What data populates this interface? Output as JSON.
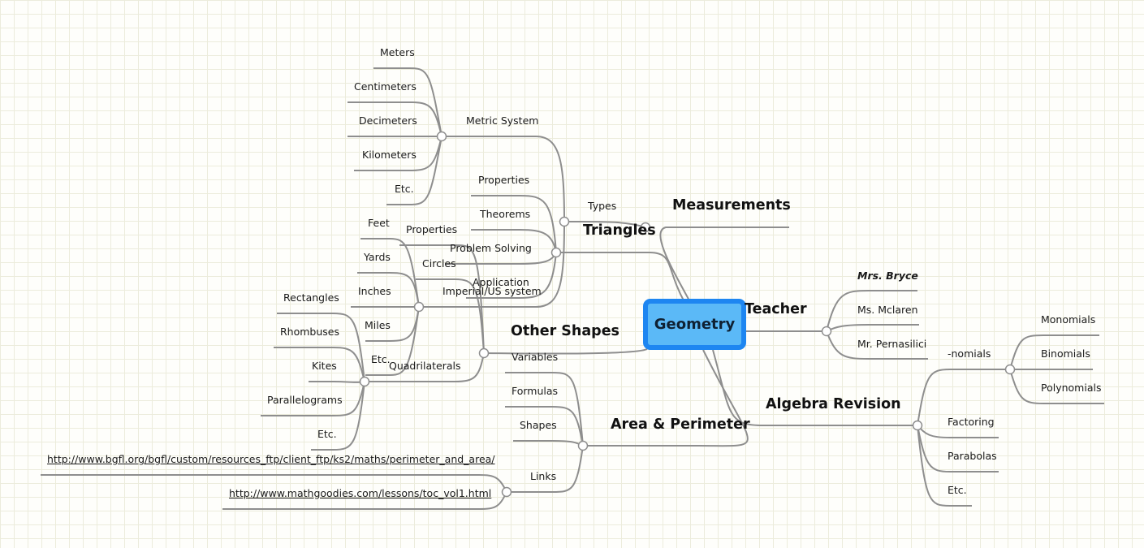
{
  "root": "Geometry",
  "branches": {
    "measurements": "Measurements",
    "triangles": "Triangles",
    "teacher": "Teacher",
    "other_shapes": "Other Shapes",
    "algebra": "Algebra Revision",
    "area": "Area & Perimeter"
  },
  "measurements": {
    "types": "Types",
    "metric": "Metric System",
    "metric_items": [
      "Meters",
      "Centimeters",
      "Decimeters",
      "Kilometers",
      "Etc."
    ],
    "imperial": "Imperial/US system",
    "imperial_items": [
      "Feet",
      "Yards",
      "Inches",
      "Miles",
      "Etc."
    ]
  },
  "triangles": [
    "Properties",
    "Theorems",
    "Problem Solving",
    "Application"
  ],
  "teacher": [
    "Mrs. Bryce",
    "Ms. Mclaren",
    "Mr. Pernasilici"
  ],
  "other_shapes": {
    "properties": "Properties",
    "circles": "Circles",
    "quadrilaterals": "Quadrilaterals",
    "quad_items": [
      "Rectangles",
      "Rhombuses",
      "Kites",
      "Parallelograms",
      "Etc."
    ]
  },
  "algebra": {
    "nomials": "-nomials",
    "nomial_items": [
      "Monomials",
      "Binomials",
      "Polynomials"
    ],
    "items": [
      "Factoring",
      "Parabolas",
      "Etc."
    ]
  },
  "area": {
    "items": [
      "Variables",
      "Formulas",
      "Shapes"
    ],
    "links": "Links",
    "link_items": [
      "http://www.bgfl.org/bgfl/custom/resources_ftp/client_ftp/ks2/maths/perimeter_and_area/",
      "http://www.mathgoodies.com/lessons/toc_vol1.html"
    ]
  }
}
